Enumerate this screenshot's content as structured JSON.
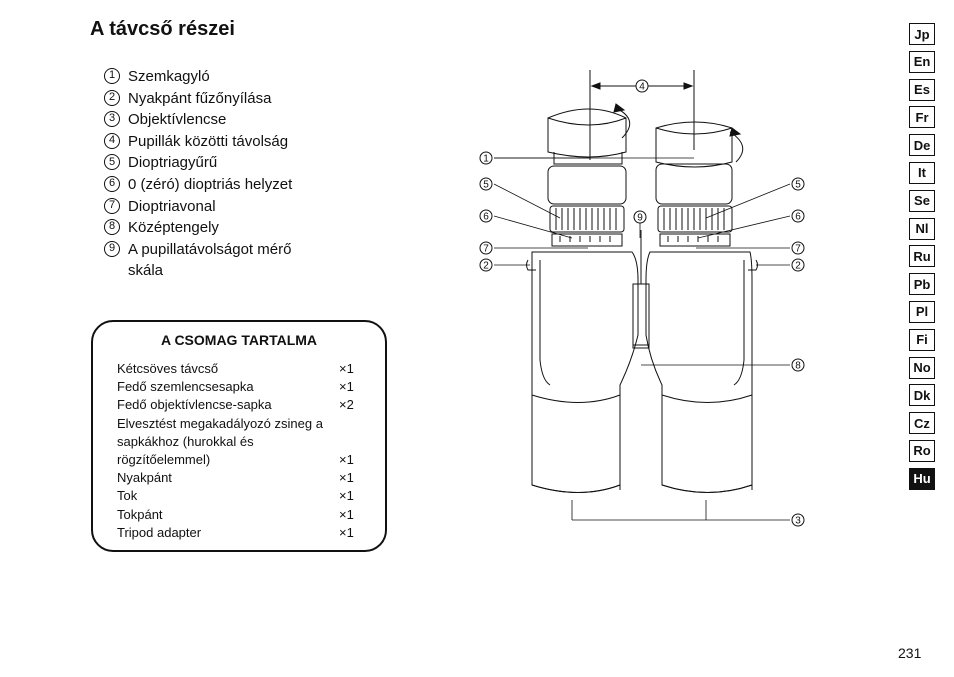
{
  "page": {
    "title": "A távcső részei",
    "page_number": "231"
  },
  "parts": [
    {
      "num": "1",
      "label": "Szemkagyló"
    },
    {
      "num": "2",
      "label": "Nyakpánt fűzőnyílása"
    },
    {
      "num": "3",
      "label": "Objektívlencse"
    },
    {
      "num": "4",
      "label": "Pupillák közötti távolság"
    },
    {
      "num": "5",
      "label": "Dioptriagyűrű"
    },
    {
      "num": "6",
      "label": "0 (zéró) dioptriás helyzet"
    },
    {
      "num": "7",
      "label": "Dioptriavonal"
    },
    {
      "num": "8",
      "label": "Középtengely"
    },
    {
      "num": "9",
      "label": "A pupillatávolságot mérő skála"
    }
  ],
  "package": {
    "title": "A CSOMAG TARTALMA",
    "items": [
      {
        "name": "Kétcsöves távcső",
        "qty": "×1"
      },
      {
        "name": "Fedő szemlencsesapka",
        "qty": "×1"
      },
      {
        "name": "Fedő objektívlencse-sapka",
        "qty": "×2"
      },
      {
        "name": "Elvesztést megakadályozó zsineg a sapkákhoz (hurokkal és rögzítőelemmel)",
        "qty": "×1"
      },
      {
        "name": "Nyakpánt",
        "qty": "×1"
      },
      {
        "name": "Tok",
        "qty": "×1"
      },
      {
        "name": "Tokpánt",
        "qty": "×1"
      },
      {
        "name": "Tripod adapter",
        "qty": "×1"
      }
    ]
  },
  "languages": [
    {
      "code": "Jp",
      "active": false
    },
    {
      "code": "En",
      "active": false
    },
    {
      "code": "Es",
      "active": false
    },
    {
      "code": "Fr",
      "active": false
    },
    {
      "code": "De",
      "active": false
    },
    {
      "code": "It",
      "active": false
    },
    {
      "code": "Se",
      "active": false
    },
    {
      "code": "Nl",
      "active": false
    },
    {
      "code": "Ru",
      "active": false
    },
    {
      "code": "Pb",
      "active": false
    },
    {
      "code": "Pl",
      "active": false
    },
    {
      "code": "Fi",
      "active": false
    },
    {
      "code": "No",
      "active": false
    },
    {
      "code": "Dk",
      "active": false
    },
    {
      "code": "Cz",
      "active": false
    },
    {
      "code": "Ro",
      "active": false
    },
    {
      "code": "Hu",
      "active": true
    }
  ],
  "diagram_callouts": [
    "1",
    "2",
    "3",
    "4",
    "5",
    "6",
    "7",
    "8",
    "9"
  ]
}
